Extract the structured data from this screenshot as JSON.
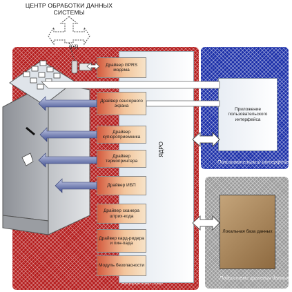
{
  "title": {
    "line1": "ЦЕНТР ОБРАБОТКИ ДАННЫХ",
    "line2": "СИСТЕМЫ"
  },
  "modem_link": "((•))",
  "regions": {
    "hardware": "Аппаратный слой",
    "ui": "Пользовательский интерфейс",
    "storage": "Подсистема хранения данных"
  },
  "kernel_label": "ЯДРО",
  "drivers": [
    "Драйвер GPRS модема",
    "Драйвер сенсорного экрана",
    "Драйвер купюроприемника",
    "Драйвер термопринтера",
    "Драйвер ИБП",
    "Драйвер сканера штрих-кода",
    "Драйвер кард-ридера и пин-пада",
    "Модуль безопасности"
  ],
  "app_box": "Приложение пользовательского интерфейса",
  "db_box": "Локальная база данных",
  "colors": {
    "hardware_region": "#b41c1c",
    "ui_region": "#1a2ea8",
    "storage_region": "#9a9a9a",
    "arrow": "#4a5a9a"
  }
}
